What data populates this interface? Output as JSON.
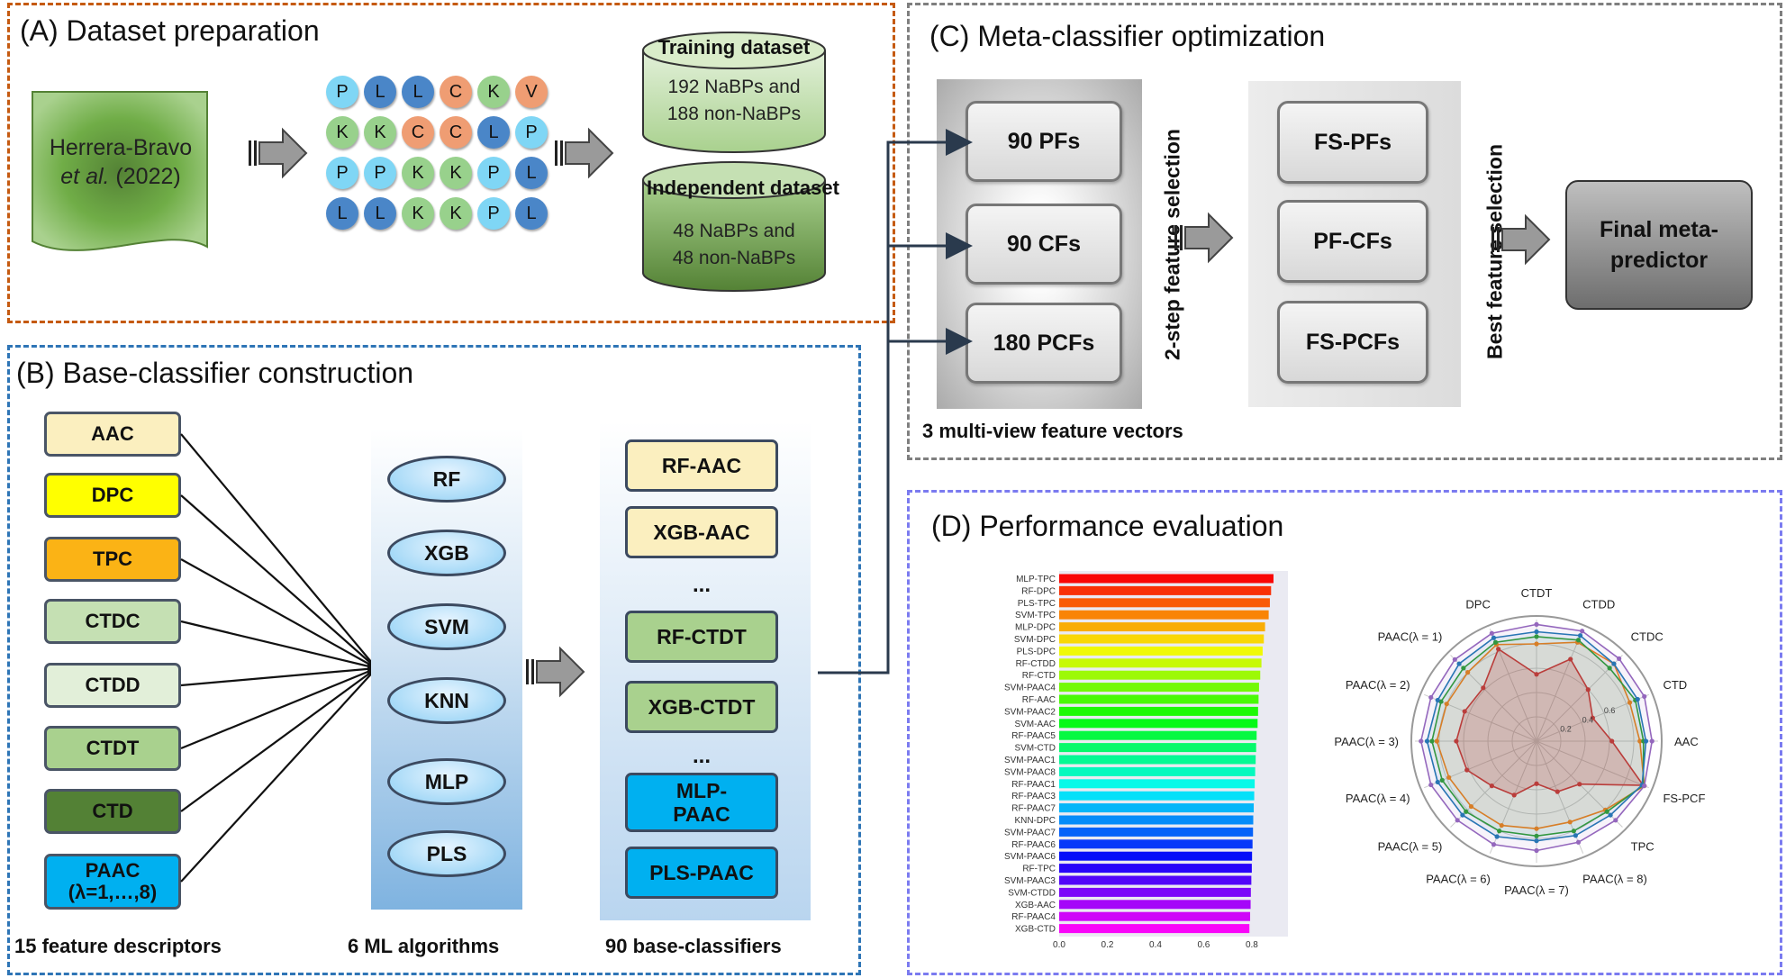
{
  "panels": {
    "a": {
      "title": "(A) Dataset preparation"
    },
    "b": {
      "title": "(B) Base-classifier construction"
    },
    "c": {
      "title": "(C) Meta-classifier optimization"
    },
    "d": {
      "title": "(D) Performance evaluation"
    }
  },
  "dataset": {
    "source_line1": "Herrera-Bravo",
    "source_line2_italic": "et al.",
    "source_line2_rest": " (2022)",
    "sequence_rows": [
      [
        {
          "aa": "P",
          "color": "#7fd6f5"
        },
        {
          "aa": "L",
          "color": "#4a86c8"
        },
        {
          "aa": "L",
          "color": "#4a86c8"
        },
        {
          "aa": "C",
          "color": "#ef9d73"
        },
        {
          "aa": "K",
          "color": "#98d18c"
        },
        {
          "aa": "V",
          "color": "#ef9d73"
        }
      ],
      [
        {
          "aa": "K",
          "color": "#98d18c"
        },
        {
          "aa": "K",
          "color": "#98d18c"
        },
        {
          "aa": "C",
          "color": "#ef9d73"
        },
        {
          "aa": "C",
          "color": "#ef9d73"
        },
        {
          "aa": "L",
          "color": "#4a86c8"
        },
        {
          "aa": "P",
          "color": "#7fd6f5"
        }
      ],
      [
        {
          "aa": "P",
          "color": "#7fd6f5"
        },
        {
          "aa": "P",
          "color": "#7fd6f5"
        },
        {
          "aa": "K",
          "color": "#98d18c"
        },
        {
          "aa": "K",
          "color": "#98d18c"
        },
        {
          "aa": "P",
          "color": "#7fd6f5"
        },
        {
          "aa": "L",
          "color": "#4a86c8"
        }
      ],
      [
        {
          "aa": "L",
          "color": "#4a86c8"
        },
        {
          "aa": "L",
          "color": "#4a86c8"
        },
        {
          "aa": "K",
          "color": "#98d18c"
        },
        {
          "aa": "K",
          "color": "#98d18c"
        },
        {
          "aa": "P",
          "color": "#7fd6f5"
        },
        {
          "aa": "L",
          "color": "#4a86c8"
        }
      ]
    ],
    "training": {
      "title": "Training dataset",
      "line1": "192 NaBPs and",
      "line2": "188 non-NaBPs"
    },
    "independent": {
      "title": "Independent dataset",
      "line1": "48 NaBPs and",
      "line2": "48 non-NaBPs"
    }
  },
  "base": {
    "descriptors": [
      {
        "label": "AAC",
        "color": "#fbefbf"
      },
      {
        "label": "DPC",
        "color": "#ffff00"
      },
      {
        "label": "TPC",
        "color": "#fbb315"
      },
      {
        "label": "CTDC",
        "color": "#c5e0b3"
      },
      {
        "label": "CTDD",
        "color": "#e2efd9"
      },
      {
        "label": "CTDT",
        "color": "#a9d18e"
      },
      {
        "label": "CTD",
        "color": "#538135"
      },
      {
        "label": "PAAC\n(λ=1,…,8)",
        "color": "#00b0f0"
      }
    ],
    "descriptors_caption": "15 feature descriptors",
    "algorithms": [
      "RF",
      "XGB",
      "SVM",
      "KNN",
      "MLP",
      "PLS"
    ],
    "algorithms_caption": "6 ML algorithms",
    "classifiers": [
      {
        "label": "RF-AAC",
        "color": "#fbefbf"
      },
      {
        "label": "XGB-AAC",
        "color": "#fbefbf"
      },
      {
        "label": "...",
        "color": ""
      },
      {
        "label": "RF-CTDT",
        "color": "#a9d18e"
      },
      {
        "label": "XGB-CTDT",
        "color": "#a9d18e"
      },
      {
        "label": "...",
        "color": ""
      },
      {
        "label": "MLP-\nPAAC",
        "color": "#00b0f0"
      },
      {
        "label": "PLS-PAAC",
        "color": "#00b0f0"
      }
    ],
    "classifiers_caption": "90 base-classifiers"
  },
  "meta": {
    "vectors": [
      "90 PFs",
      "90 CFs",
      "180 PCFs"
    ],
    "vectors_caption": "3 multi-view feature vectors",
    "step1": "2-step feature selection",
    "selected": [
      "FS-PFs",
      "PF-CFs",
      "FS-PCFs"
    ],
    "step2": "Best feature selection",
    "final_line1": "Final meta-",
    "final_line2": "predictor"
  },
  "chart_data": [
    {
      "type": "bar",
      "orientation": "horizontal",
      "categories": [
        "MLP-TPC",
        "RF-DPC",
        "PLS-TPC",
        "SVM-TPC",
        "MLP-DPC",
        "SVM-DPC",
        "PLS-DPC",
        "RF-CTDD",
        "RF-CTD",
        "SVM-PAAC4",
        "RF-AAC",
        "SVM-PAAC2",
        "SVM-AAC",
        "RF-PAAC5",
        "SVM-CTD",
        "SVM-PAAC1",
        "SVM-PAAC8",
        "RF-PAAC1",
        "RF-PAAC3",
        "RF-PAAC7",
        "KNN-DPC",
        "SVM-PAAC7",
        "RF-PAAC6",
        "SVM-PAAC6",
        "RF-TPC",
        "SVM-PAAC3",
        "SVM-CTDD",
        "XGB-AAC",
        "RF-PAAC4",
        "XGB-CTD"
      ],
      "values": [
        0.89,
        0.88,
        0.875,
        0.87,
        0.855,
        0.85,
        0.845,
        0.84,
        0.835,
        0.83,
        0.828,
        0.826,
        0.824,
        0.82,
        0.818,
        0.816,
        0.814,
        0.812,
        0.81,
        0.808,
        0.806,
        0.805,
        0.803,
        0.801,
        0.8,
        0.798,
        0.796,
        0.795,
        0.793,
        0.79
      ],
      "xlim": [
        0,
        0.95
      ],
      "xticks": [
        "0.0",
        "0.2",
        "0.4",
        "0.6",
        "0.8"
      ]
    },
    {
      "type": "radar",
      "axes": [
        "CTDT",
        "CTDD",
        "CTDC",
        "CTD",
        "AAC",
        "FS-PCF",
        "TPC",
        "PAAC(λ = 8)",
        "PAAC(λ = 7)",
        "PAAC(λ = 6)",
        "PAAC(λ = 5)",
        "PAAC(λ = 4)",
        "PAAC(λ = 3)",
        "PAAC(λ = 2)",
        "PAAC(λ = 1)",
        "DPC"
      ],
      "rticks": [
        "0.2",
        "0.4",
        "0.6"
      ],
      "series": [
        {
          "color": "#d62728",
          "values": [
            0.55,
            0.73,
            0.6,
            0.5,
            0.62,
            0.95,
            0.5,
            0.45,
            0.35,
            0.48,
            0.52,
            0.62,
            0.66,
            0.64,
            0.62,
            0.82
          ]
        },
        {
          "color": "#ff7f0e",
          "values": [
            0.8,
            0.88,
            0.9,
            0.83,
            0.85,
            0.96,
            0.8,
            0.72,
            0.72,
            0.75,
            0.76,
            0.78,
            0.82,
            0.8,
            0.8,
            0.86
          ]
        },
        {
          "color": "#2ca02c",
          "values": [
            0.86,
            0.9,
            0.85,
            0.88,
            0.88,
            0.95,
            0.82,
            0.8,
            0.78,
            0.8,
            0.82,
            0.84,
            0.86,
            0.85,
            0.85,
            0.88
          ]
        },
        {
          "color": "#1f77b4",
          "values": [
            0.9,
            0.94,
            0.9,
            0.9,
            0.9,
            0.94,
            0.86,
            0.84,
            0.82,
            0.85,
            0.86,
            0.88,
            0.9,
            0.88,
            0.9,
            0.92
          ]
        },
        {
          "color": "#9467bd",
          "values": [
            0.96,
            0.98,
            0.96,
            0.96,
            0.95,
            0.96,
            0.92,
            0.9,
            0.9,
            0.92,
            0.92,
            0.94,
            0.95,
            0.94,
            0.95,
            0.96
          ]
        }
      ]
    }
  ]
}
